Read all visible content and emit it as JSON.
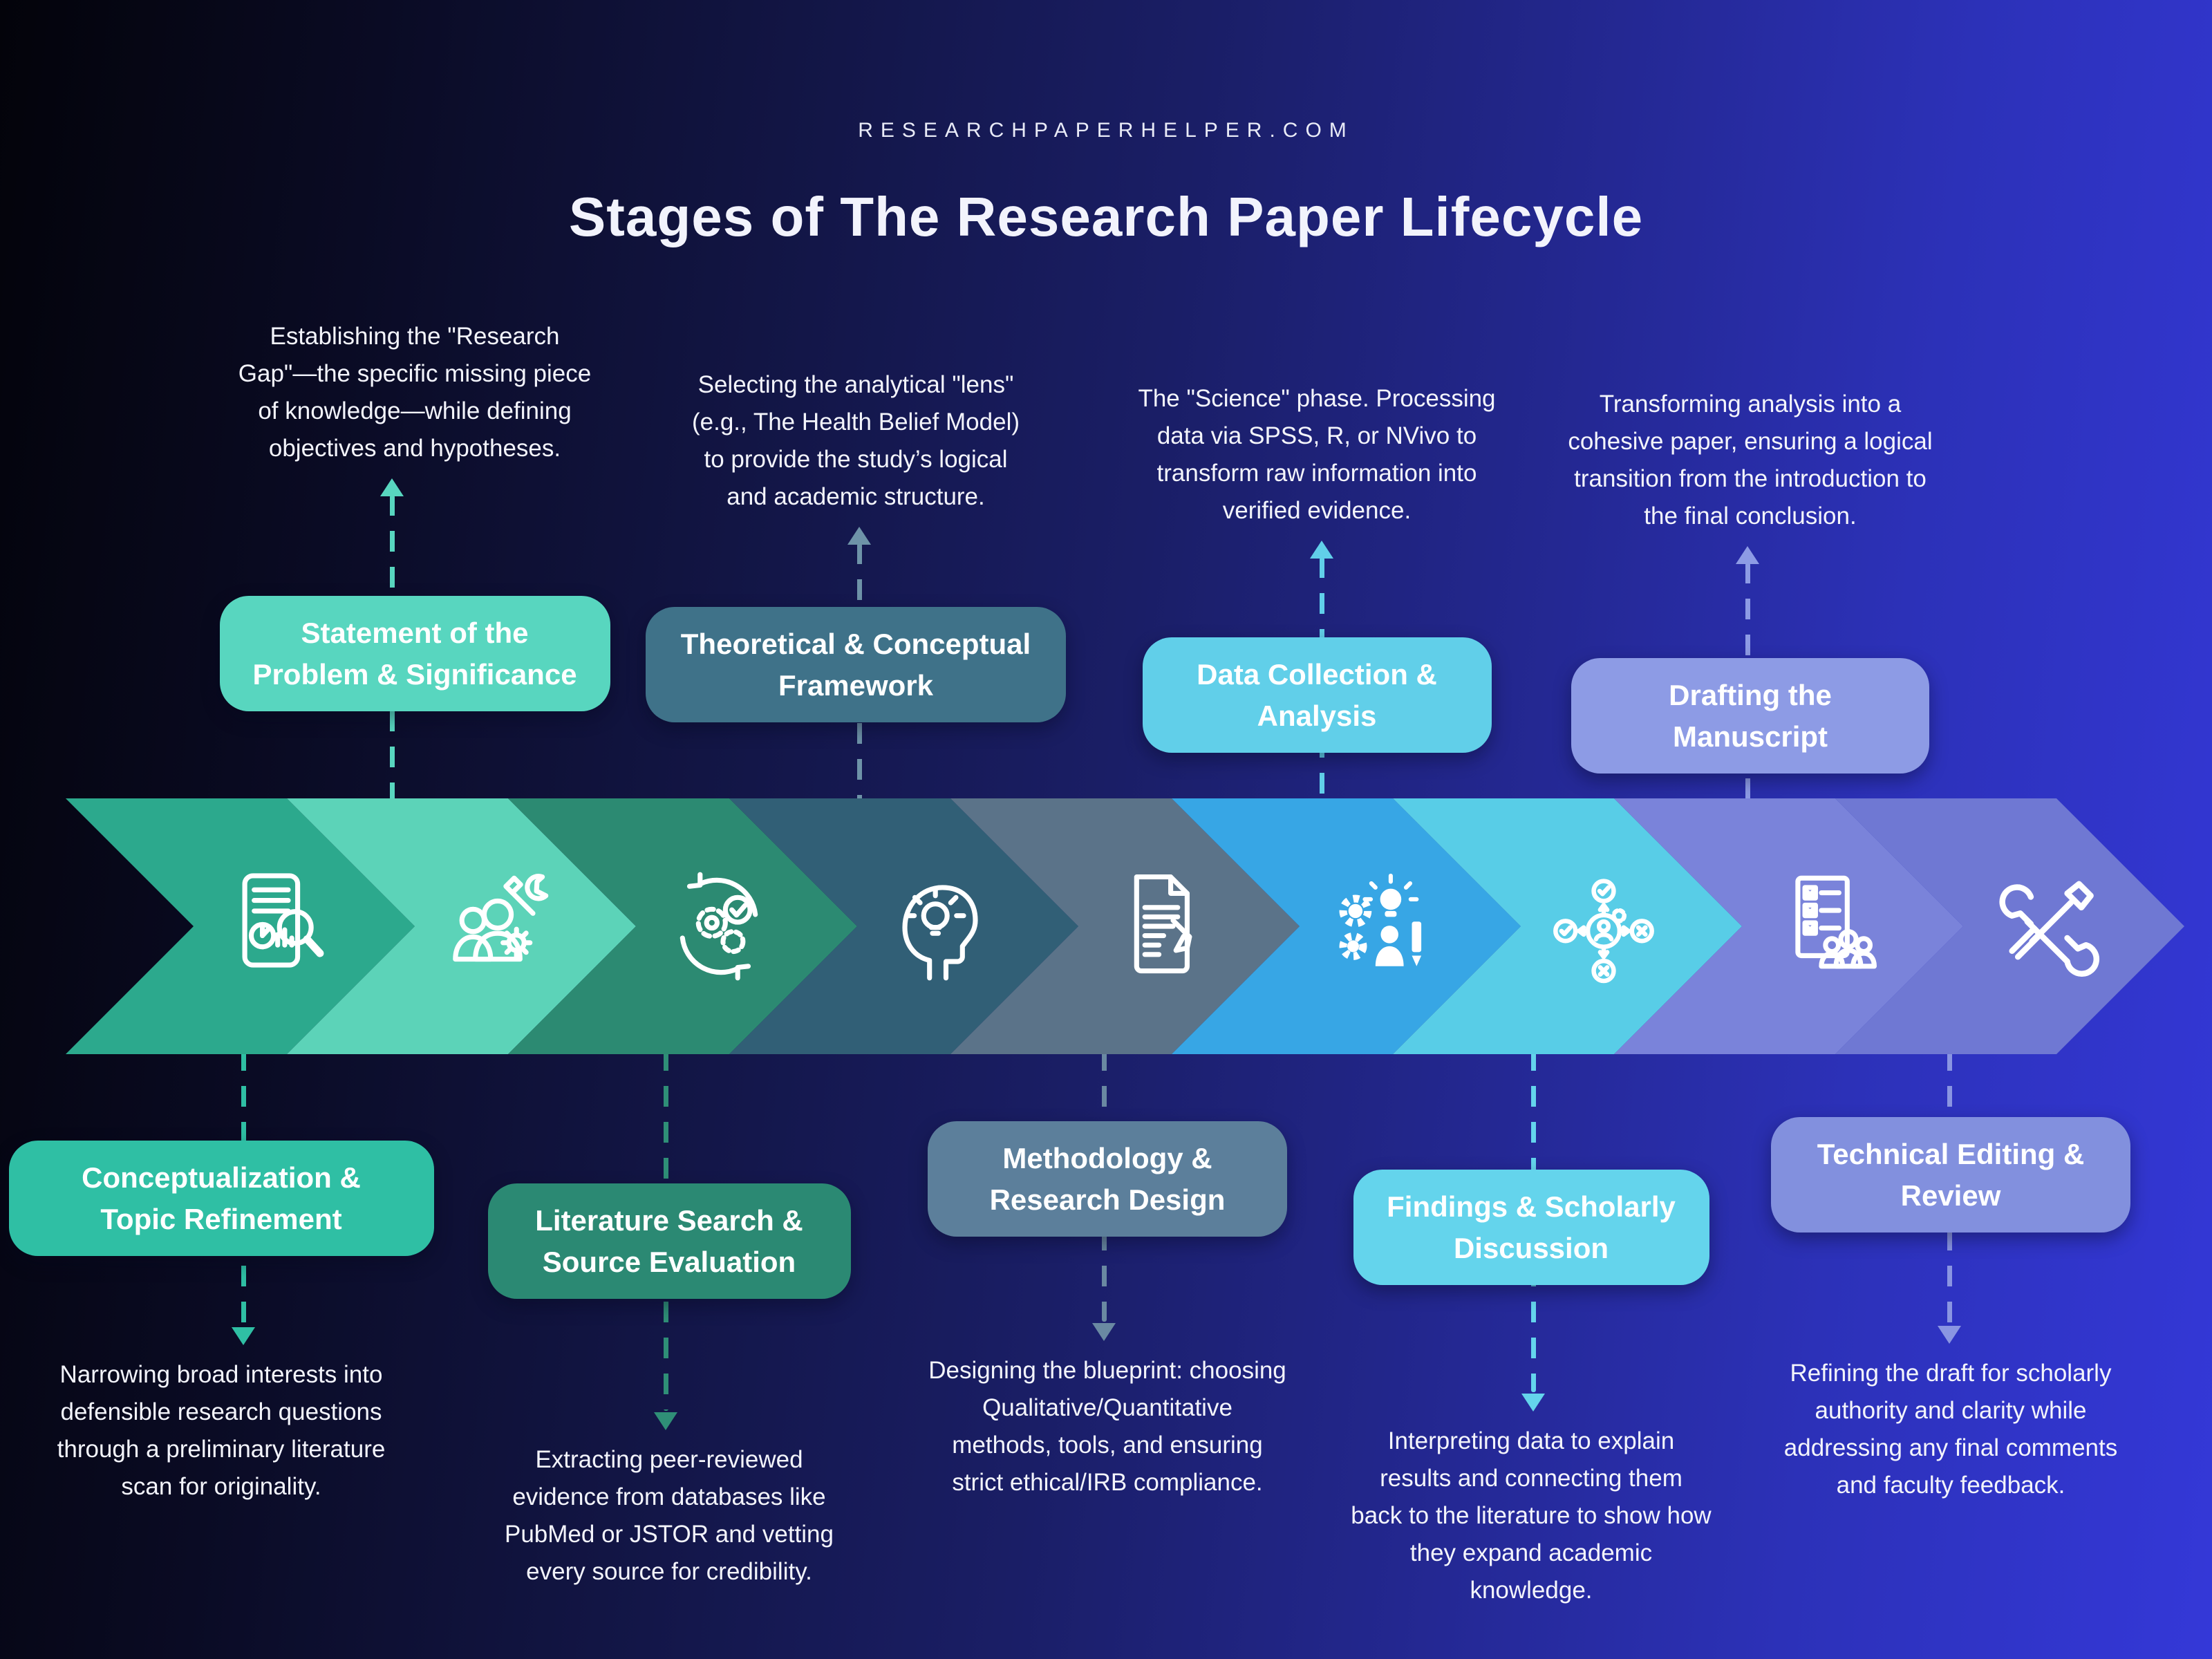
{
  "site": {
    "name": "RESEARCHPAPERHELPER.COM"
  },
  "title": "Stages of The Research Paper Lifecycle",
  "colors": {
    "background_left": "#03030a",
    "background_right": "#3438d8",
    "text": "#f3f4fb"
  },
  "stages": [
    {
      "label": "Conceptualization &\nTopic Refinement",
      "description": "Narrowing broad interests into\ndefensible research questions\nthrough a preliminary literature\nscan for originality.",
      "position": "below",
      "pill_color": "#2fbfa4",
      "chevron_color": "#2ca98d",
      "connector_color": "#2fbfa4",
      "icon": "document-chart-magnifier-icon"
    },
    {
      "label": "Statement of the\nProblem & Significance",
      "description": "Establishing the \"Research\nGap\"—the specific missing piece\nof knowledge—while defining\nobjectives and hypotheses.",
      "position": "above",
      "pill_color": "#58d6bf",
      "chevron_color": "#5cd3b8",
      "connector_color": "#58d6bf",
      "icon": "team-collaboration-icon"
    },
    {
      "label": "Literature Search &\nSource Evaluation",
      "description": "Extracting peer-reviewed\nevidence from databases like\nPubMed or JSTOR and vetting\nevery source for credibility.",
      "position": "below",
      "pill_color": "#2b8973",
      "chevron_color": "#2c8a72",
      "connector_color": "#2f8f77",
      "icon": "process-gears-icon"
    },
    {
      "label": "Theoretical & Conceptual\nFramework",
      "description": "Selecting the analytical \"lens\"\n(e.g., The Health Belief Model)\nto provide the study’s logical\nand academic structure.",
      "position": "above",
      "pill_color": "#3f7289",
      "chevron_color": "#315f76",
      "connector_color": "#6e93a8",
      "icon": "idea-head-icon"
    },
    {
      "label": "Methodology &\nResearch Design",
      "description": "Designing the blueprint: choosing\nQualitative/Quantitative\nmethods, tools, and ensuring\nstrict ethical/IRB compliance.",
      "position": "below",
      "pill_color": "#5c7f9b",
      "chevron_color": "#5b7389",
      "connector_color": "#6a89a2",
      "icon": "manuscript-pencil-icon"
    },
    {
      "label": "Data Collection &\nAnalysis",
      "description": "The \"Science\" phase. Processing\ndata via SPSS, R, or NVivo to\ntransform raw information into\nverified evidence.",
      "position": "above",
      "pill_color": "#61cfe9",
      "chevron_color": "#37a6e5",
      "connector_color": "#61cfe9",
      "icon": "data-analysis-icon"
    },
    {
      "label": "Findings & Scholarly\nDiscussion",
      "description": "Interpreting data to explain\nresults and connecting them\nback to the literature to show how\nthey expand academic\nknowledge.",
      "position": "below",
      "pill_color": "#64d4ec",
      "chevron_color": "#58cde7",
      "connector_color": "#64d4ec",
      "icon": "decision-network-icon"
    },
    {
      "label": "Drafting the\nManuscript",
      "description": "Transforming analysis into a\ncohesive paper, ensuring a logical\ntransition from the introduction to\nthe final conclusion.",
      "position": "above",
      "pill_color": "#8d9be5",
      "chevron_color": "#7a83da",
      "connector_color": "#8d9be5",
      "icon": "review-checklist-icon"
    },
    {
      "label": "Technical Editing &\nReview",
      "description": "Refining the draft for scholarly\nauthority and clarity while\naddressing any final comments\nand faculty feedback.",
      "position": "below",
      "pill_color": "#8290de",
      "chevron_color": "#6f78d3",
      "connector_color": "#8a95e2",
      "icon": "crossed-tools-icon"
    }
  ]
}
